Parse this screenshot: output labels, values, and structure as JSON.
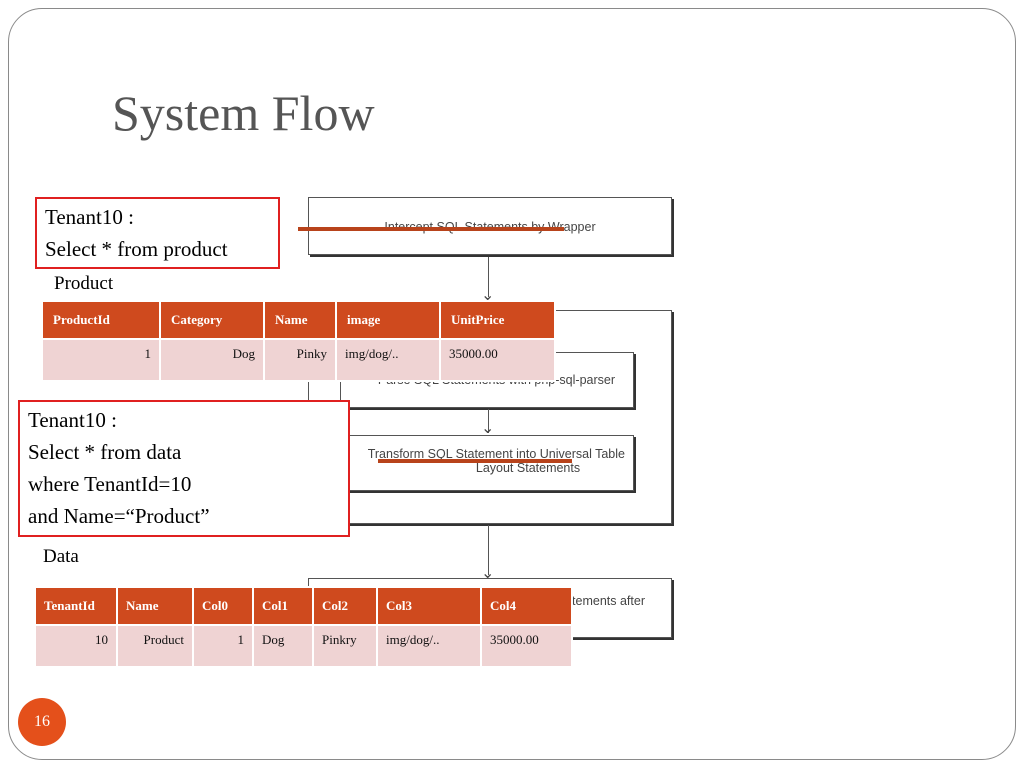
{
  "slide": {
    "title": "System Flow",
    "page_number": "16"
  },
  "flow": {
    "step1": "Intercept SQL Statements by Wrapper",
    "step2": "Parse SQL Statements with php-sql-parser",
    "step3_line1": "Transform SQL Statement into Universal Table",
    "step3_line2": "Layout Statements",
    "step4": "Execute SQL Statements after"
  },
  "callouts": {
    "first": [
      "Tenant10 :",
      "Select * from product"
    ],
    "second": [
      "Tenant10 :",
      "Select * from data",
      "where TenantId=10",
      "and Name=“Product”"
    ]
  },
  "product_table": {
    "label": "Product",
    "headers": [
      "ProductId",
      "Category",
      "Name",
      "image",
      "UnitPrice"
    ],
    "row": [
      "1",
      "Dog",
      "Pinky",
      "img/dog/..",
      "35000.00"
    ]
  },
  "data_table": {
    "label": "Data",
    "headers": [
      "TenantId",
      "Name",
      "Col0",
      "Col1",
      "Col2",
      "Col3",
      "Col4"
    ],
    "row": [
      "10",
      "Product",
      "1",
      "Dog",
      "Pinkry",
      "img/dog/..",
      "35000.00"
    ]
  },
  "colors": {
    "header_bg": "#cf4a1e",
    "cell_bg": "#efd3d3",
    "callout_border": "#e02020",
    "badge_bg": "#e4501b",
    "strike": "#b8431b"
  }
}
